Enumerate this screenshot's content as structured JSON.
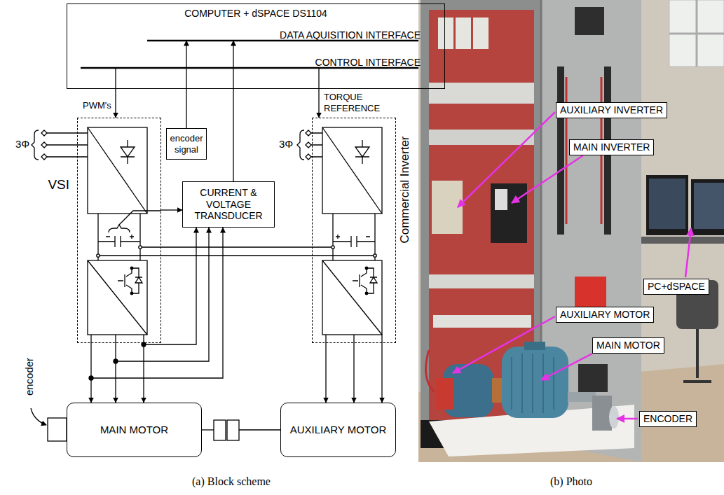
{
  "diagram": {
    "nodes": [
      {
        "text": [
          "COMPUTER + dSPACE DS1104",
          "DATA AQUISITION INTERFACE",
          "CONTROL INTERFACE"
        ]
      },
      {
        "text": [
          "VSI"
        ]
      },
      {
        "text": [
          "encoder signal"
        ]
      },
      {
        "text": [
          "CURRENT & VOLTAGE TRANSDUCER"
        ]
      },
      {
        "text": [
          "Commercial Inverter"
        ]
      },
      {
        "text": [
          "MAIN MOTOR"
        ]
      },
      {
        "text": [
          "AUXILIARY MOTOR"
        ]
      },
      {
        "text": [
          "AUXILIARY INVERTER"
        ]
      },
      {
        "text": [
          "MAIN INVERTER"
        ]
      },
      {
        "text": [
          "PC+dSPACE"
        ]
      },
      {
        "text": [
          "AUXILIARY MOTOR"
        ]
      },
      {
        "text": [
          "MAIN MOTOR"
        ]
      },
      {
        "text": [
          "ENCODER"
        ]
      }
    ],
    "edges": [
      {
        "from": 0,
        "to": 1,
        "arrow": "to",
        "label": "PWM's"
      },
      {
        "from": 0,
        "to": 4,
        "arrow": "to",
        "label": "TORQUE REFERENCE"
      },
      {
        "from": 2,
        "to": 0,
        "arrow": "to"
      },
      {
        "from": 3,
        "to": 0,
        "arrow": "to"
      },
      {
        "from": 1,
        "to": 3,
        "arrow": "to"
      },
      {
        "from": 1,
        "to": 3,
        "arrow": "to"
      },
      {
        "from": 1,
        "to": 5,
        "arrow": "to"
      },
      {
        "from": 4,
        "to": 6,
        "arrow": "to"
      },
      {
        "from": 1,
        "to": 4,
        "arrow": "none"
      }
    ],
    "labels": [
      "3Φ",
      "3Φ",
      "encoder",
      "(a) Block scheme",
      "(b) Photo"
    ]
  }
}
